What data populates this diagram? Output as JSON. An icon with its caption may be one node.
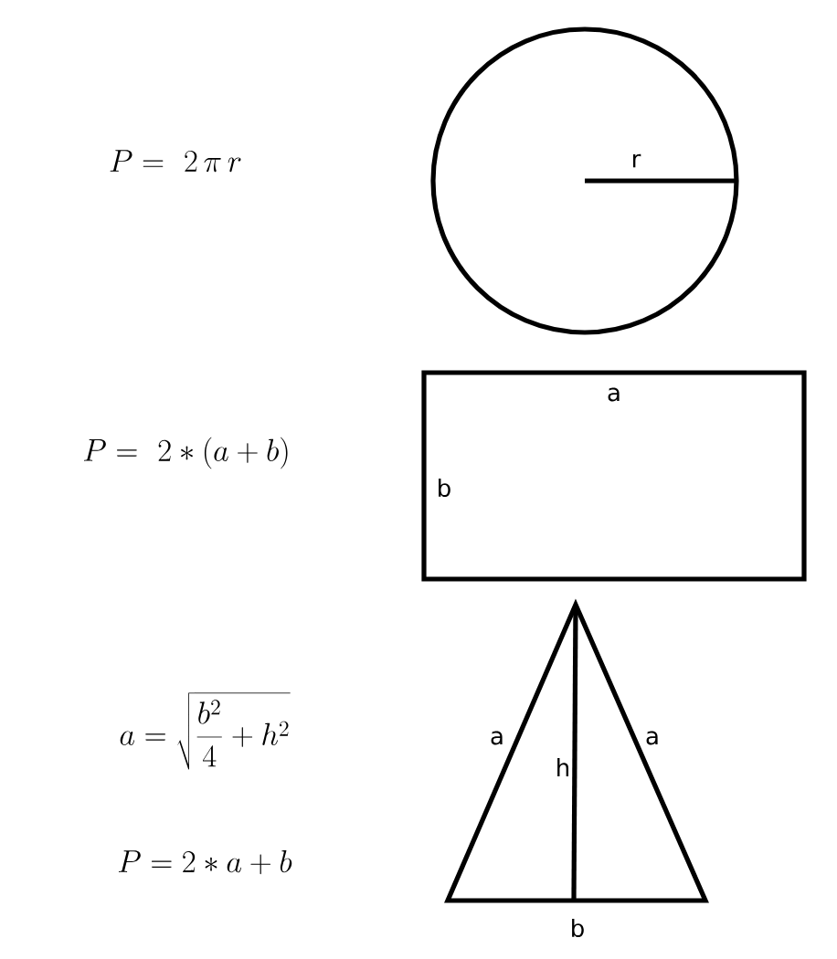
{
  "diagram": {
    "nodes": [
      {
        "text": [
          "r"
        ]
      },
      {
        "text": [
          "a",
          "b"
        ]
      },
      {
        "text": [
          "a",
          "h",
          "a",
          "b"
        ]
      }
    ],
    "labels": [
      "P =\\ 2\\,\\pi\\,r",
      "P =\\ 2 * (a+b)",
      "a = \\sqrt{\\frac{b^2}{4}+h^2}",
      "P = 2 * a + b"
    ]
  }
}
